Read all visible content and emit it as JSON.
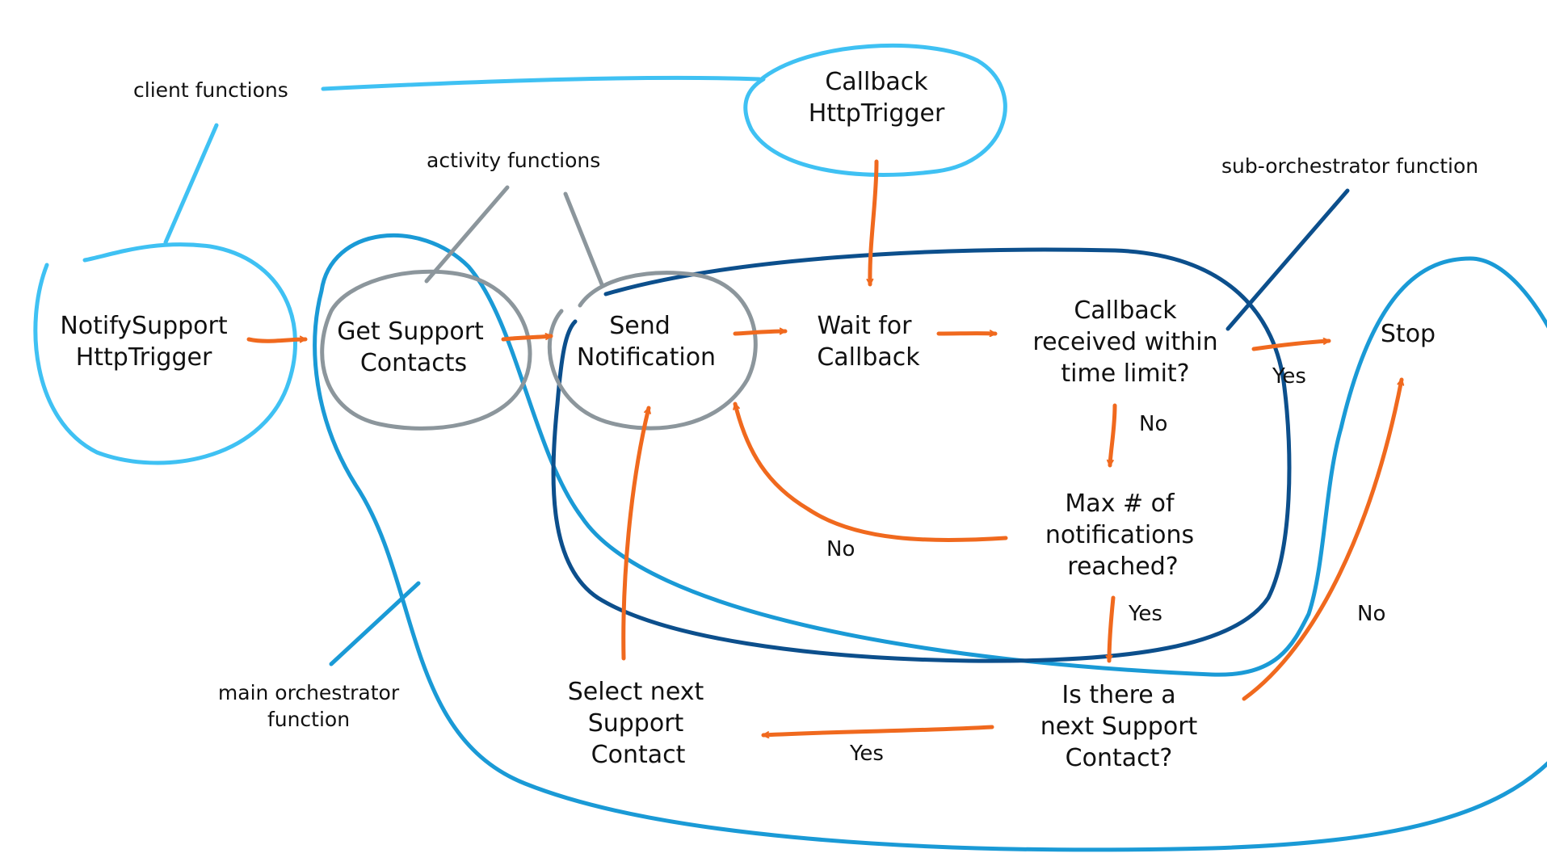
{
  "colors": {
    "client": "#3fc1f3",
    "activity": "#8c969c",
    "sub_orchestrator": "#0c4f8c",
    "main_orchestrator": "#1a9ad6",
    "arrow": "#f0691e",
    "text": "#111111"
  },
  "annotations": {
    "client_functions": "client functions",
    "activity_functions": "activity functions",
    "sub_orchestrator_function": "sub-orchestrator function",
    "main_orchestrator_line1": "main orchestrator",
    "main_orchestrator_line2": "function"
  },
  "nodes": {
    "notify_support": {
      "line1": "NotifySupport",
      "line2": "HttpTrigger"
    },
    "callback_trigger": {
      "line1": "Callback",
      "line2": "HttpTrigger"
    },
    "get_support_contacts": {
      "line1": "Get Support",
      "line2": "Contacts"
    },
    "send_notification": {
      "line1": "Send",
      "line2": "Notification"
    },
    "wait_for_callback": {
      "line1": "Wait for",
      "line2": "Callback"
    },
    "callback_received": {
      "line1": "Callback",
      "line2": "received within",
      "line3": "time limit?"
    },
    "stop": {
      "line1": "Stop"
    },
    "max_notifications": {
      "line1": "Max # of",
      "line2": "notifications",
      "line3": "reached?"
    },
    "next_contact_question": {
      "line1": "Is there a",
      "line2": "next Support",
      "line3": "Contact?"
    },
    "select_next_contact": {
      "line1": "Select next",
      "line2": "Support",
      "line3": "Contact"
    }
  },
  "edge_labels": {
    "callback_yes": "Yes",
    "callback_no": "No",
    "max_no": "No",
    "max_yes": "Yes",
    "next_no": "No",
    "next_yes": "Yes"
  }
}
